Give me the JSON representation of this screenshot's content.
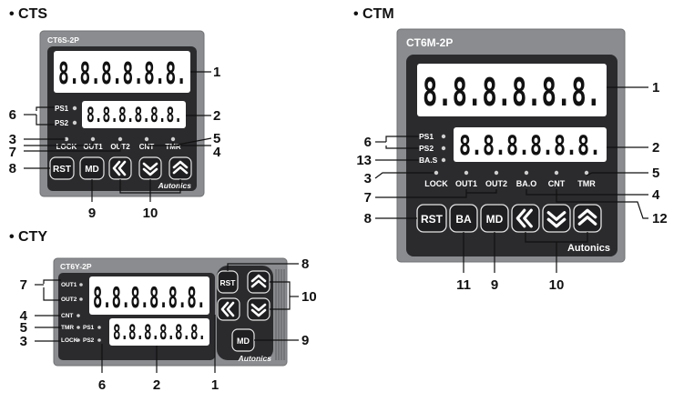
{
  "colors": {
    "bezel": "#8a8c8f",
    "panel": "#2b2b2e",
    "screen": "#ffffff",
    "button": "#1f1f22",
    "led": "#cfcfcf"
  },
  "sections": {
    "cts": {
      "heading": "• CTS",
      "model": "CT6S-2P",
      "display_main": "8.8.8.8.8.8.",
      "display_sub": "8.8.8.8.8.8.",
      "ps1": "PS1",
      "ps2": "PS2",
      "indicators": [
        "LOCK",
        "OUT1",
        "OUT2",
        "CNT",
        "TMR"
      ],
      "buttons": {
        "rst": "RST",
        "md": "MD"
      },
      "brand": "Autonics",
      "callouts": {
        "c1": "1",
        "c2": "2",
        "c3": "3",
        "c4": "4",
        "c5": "5",
        "c6": "6",
        "c7": "7",
        "c8": "8",
        "c9": "9",
        "c10": "10"
      }
    },
    "ctm": {
      "heading": "• CTM",
      "model": "CT6M-2P",
      "display_main": "8.8.8.8.8.8.",
      "display_sub": "8.8.8.8.8.8.",
      "ps1": "PS1",
      "ps2": "PS2",
      "bas": "BA.S",
      "indicators": [
        "LOCK",
        "OUT1",
        "OUT2",
        "BA.O",
        "CNT",
        "TMR"
      ],
      "buttons": {
        "rst": "RST",
        "ba": "BA",
        "md": "MD"
      },
      "brand": "Autonics",
      "callouts": {
        "c1": "1",
        "c2": "2",
        "c3": "3",
        "c4": "4",
        "c5": "5",
        "c6": "6",
        "c7": "7",
        "c8": "8",
        "c9": "9",
        "c10": "10",
        "c11": "11",
        "c12": "12",
        "c13": "13"
      }
    },
    "cty": {
      "heading": "• CTY",
      "model": "CT6Y-2P",
      "display_main": "8.8.8.8.8.8.",
      "display_sub": "8.8.8.8.8.8.",
      "left_labels": {
        "out1": "OUT1",
        "out2": "OUT2",
        "cnt": "CNT",
        "tmr": "TMR",
        "lock": "LOCK",
        "ps1": "PS1",
        "ps2": "PS2"
      },
      "buttons": {
        "rst": "RST",
        "md": "MD"
      },
      "brand": "Autonics",
      "callouts": {
        "c1": "1",
        "c2": "2",
        "c3": "3",
        "c4": "4",
        "c5": "5",
        "c6": "6",
        "c7": "7",
        "c8": "8",
        "c9": "9",
        "c10": "10"
      }
    }
  }
}
